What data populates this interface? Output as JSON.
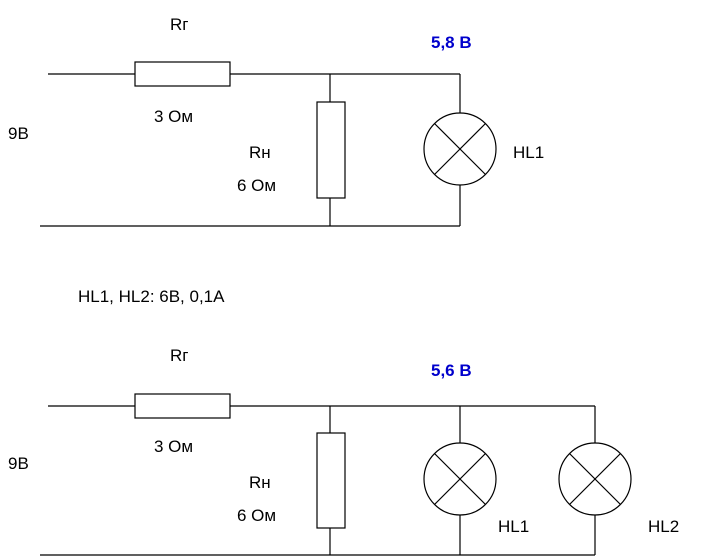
{
  "circuit1": {
    "source_label": "9В",
    "rg_label": "Rг",
    "rg_value": "3 Ом",
    "rn_label": "Rн",
    "rn_value": "6 Ом",
    "voltage": "5,8 В",
    "lamp1_label": "HL1"
  },
  "lamp_spec": "HL1, HL2: 6В, 0,1А",
  "circuit2": {
    "source_label": "9В",
    "rg_label": "Rг",
    "rg_value": "3 Ом",
    "rn_label": "Rн",
    "rn_value": "6 Ом",
    "voltage": "5,6 В",
    "lamp1_label": "HL1",
    "lamp2_label": "HL2"
  },
  "colors": {
    "voltage": "#0000cc",
    "wire": "#000000"
  }
}
